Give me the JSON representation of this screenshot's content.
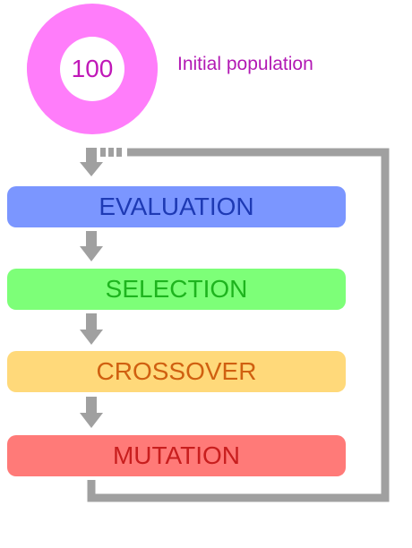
{
  "initial": {
    "count": "100",
    "label": "Initial population"
  },
  "steps": [
    {
      "label": "EVALUATION",
      "fill": "#7b96ff",
      "text_color": "#1e3ab4"
    },
    {
      "label": "SELECTION",
      "fill": "#7dff78",
      "text_color": "#1eb41e"
    },
    {
      "label": "CROSSOVER",
      "fill": "#ffd97a",
      "text_color": "#d06010"
    },
    {
      "label": "MUTATION",
      "fill": "#ff7a78",
      "text_color": "#c81e1e"
    }
  ],
  "colors": {
    "ring": "#ff7dfa",
    "arrow": "#a0a0a0"
  }
}
